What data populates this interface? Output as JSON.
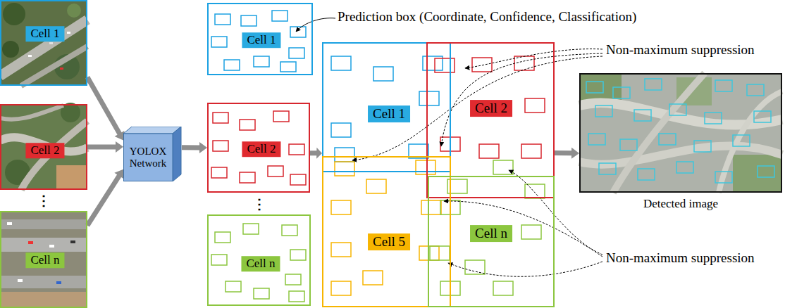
{
  "diagram": {
    "nodes": [
      {
        "text": [
          "Cell 1"
        ]
      },
      {
        "text": [
          "Cell 2"
        ]
      },
      {
        "text": [
          "Cell n"
        ]
      },
      {
        "text": [
          "YOLOX Network"
        ]
      },
      {
        "text": [
          "Cell 1"
        ]
      },
      {
        "text": [
          "Cell 2"
        ]
      },
      {
        "text": [
          "Cell n"
        ]
      },
      {
        "text": [
          "Cell 1"
        ]
      },
      {
        "text": [
          "Cell 2"
        ]
      },
      {
        "text": [
          "Cell 5"
        ]
      },
      {
        "text": [
          "Cell n"
        ]
      },
      {
        "text": [
          "Detected image"
        ]
      }
    ],
    "edges": [
      {
        "from": 0,
        "to": 3,
        "arrow": "to"
      },
      {
        "from": 1,
        "to": 3,
        "arrow": "to"
      },
      {
        "from": 2,
        "to": 3,
        "arrow": "to"
      },
      {
        "from": 3,
        "to": 5,
        "arrow": "to"
      },
      {
        "from": 5,
        "to": 7,
        "arrow": "to"
      },
      {
        "from": 8,
        "to": 11,
        "arrow": "to"
      }
    ],
    "labels": [
      "Prediction box (Coordinate, Confidence, Classification)",
      "Non-maximum suppression",
      "Non-maximum suppression",
      "⋮",
      "⋮"
    ]
  }
}
